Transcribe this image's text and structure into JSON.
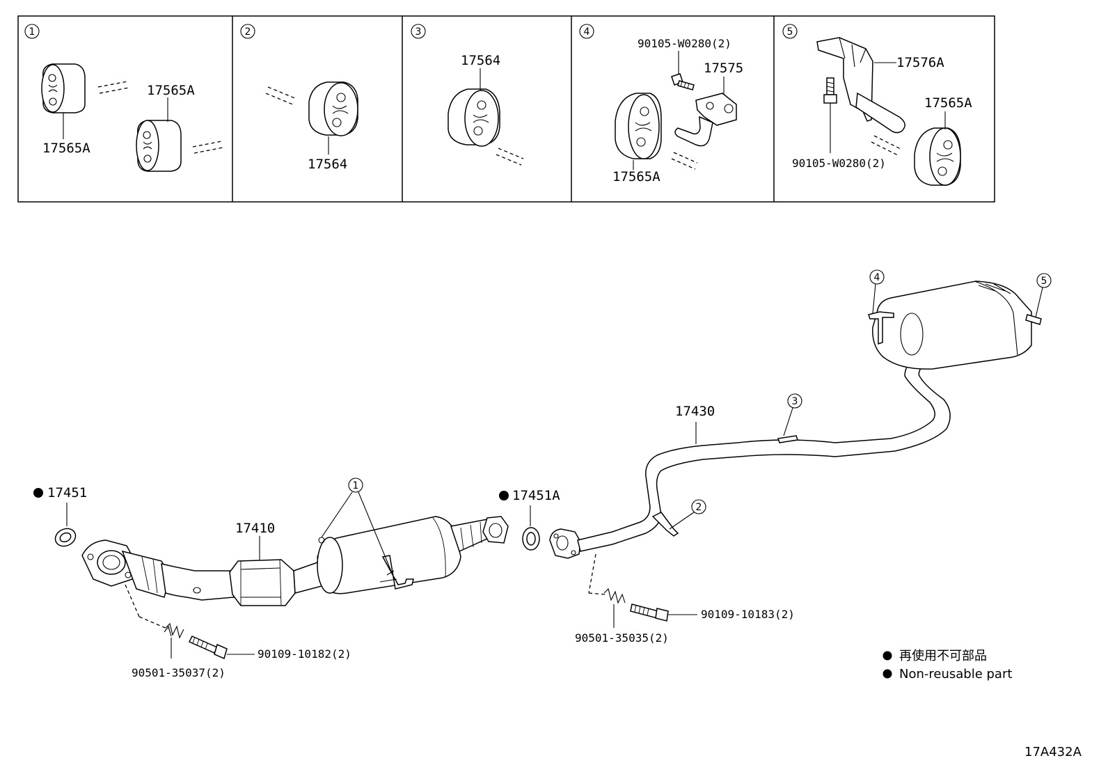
{
  "diagram_id": "17A432A",
  "panels": [
    {
      "number": "1",
      "labels": [
        "17565A",
        "17565A"
      ]
    },
    {
      "number": "2",
      "labels": [
        "17564"
      ]
    },
    {
      "number": "3",
      "labels": [
        "17564"
      ]
    },
    {
      "number": "4",
      "labels": [
        "90105-W0280(2)",
        "17575",
        "17565A"
      ]
    },
    {
      "number": "5",
      "labels": [
        "17576A",
        "17565A",
        "90105-W0280(2)"
      ]
    }
  ],
  "main_labels": {
    "gasket_front": "17451",
    "gasket_mid": "17451A",
    "front_pipe": "17410",
    "center_pipe": "17430",
    "spring_front": "90501-35037(2)",
    "bolt_front": "90109-10182(2)",
    "spring_mid": "90501-35035(2)",
    "bolt_mid": "90109-10183(2)"
  },
  "callouts": [
    "1",
    "2",
    "3",
    "4",
    "5"
  ],
  "legend": {
    "marker": "●",
    "line1": "再使用不可部品",
    "line2": "Non-reusable part"
  }
}
